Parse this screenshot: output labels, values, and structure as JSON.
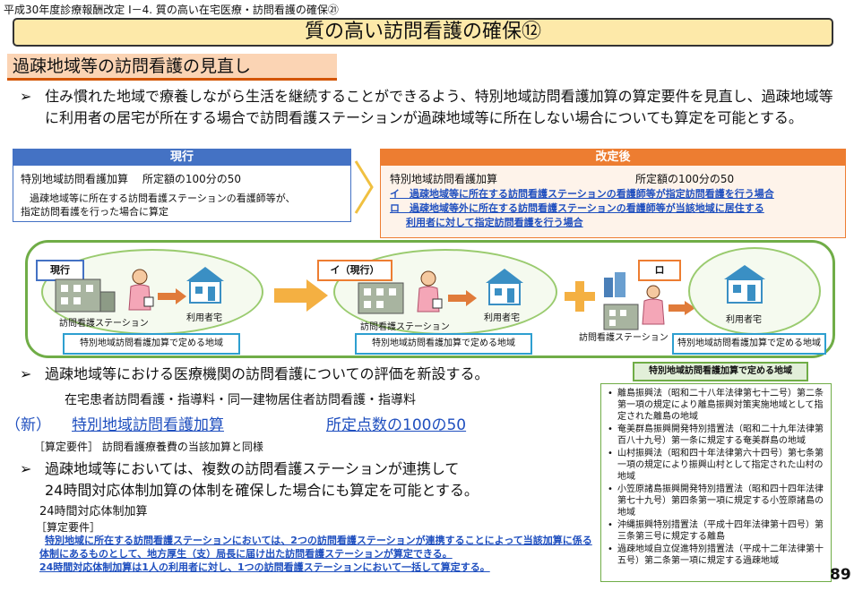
{
  "header": {
    "tag": "平成30年度診療報酬改定 Ⅰ－4. 質の高い在宅医療・訪問看護の確保㉑"
  },
  "title": "質の高い訪問看護の確保⑫",
  "section": "過疎地域等の訪問看護の見直し",
  "bullet1": "住み慣れた地域で療養しながら生活を継続することができるよう、特別地域訪問看護加算の算定要件を見直し、過疎地域等に利用者の居宅が所在する場合で訪問看護ステーションが過疎地域等に所在しない場合についても算定を可能とする。",
  "current": {
    "head": "現行",
    "line1": "特別地域訪問看護加算　 所定額の100分の50",
    "line2": "過疎地域等に所在する訪問看護ステーションの看護師等が、",
    "line3": "指定訪問看護を行った場合に算定"
  },
  "revised": {
    "head": "改定後",
    "line1a": "特別地域訪問看護加算",
    "line1b": "所定額の100分の50",
    "line2": "イ　過疎地域等に所在する訪問看護ステーションの看護師等が指定訪問看護を行う場合",
    "line3": "ロ　過疎地域等外に所在する訪問看護ステーションの看護師等が当該地域に居住する",
    "line4": "利用者に対して指定訪問看護を行う場合"
  },
  "diagram": {
    "panel1_label": "現行",
    "panel2_label": "イ（現行）",
    "panel3_label": "ロ",
    "station": "訪問看護ステーション",
    "home": "利用者宅",
    "region": "特別地域訪問看護加算で定める地域"
  },
  "bullet2": "過疎地域等における医療機関の訪問看護についての評価を新設する。",
  "fee_items": "在宅患者訪問看護・指導料・同一建物居住者訪問看護・指導料",
  "new_tag": "（新）",
  "new_name": "特別地域訪問看護加算",
  "new_amount": "所定点数の100の50",
  "req1": "［算定要件］ 訪問看護療養費の当該加算と同様",
  "bullet3a": "過疎地域等においては、複数の訪問看護ステーションが連携して",
  "bullet3b": "24時間対応体制加算の体制を確保した場合にも算定を可能とする。",
  "fee24": "24時間対応体制加算",
  "req2_head": "［算定要件］",
  "req2_l1": "特別地域に所在する訪問看護ステーションにおいては、2つの訪問看護ステーションが連携することによって当該加算に係る体制にあるものとして、地方厚生（支）局長に届け出た訪問看護ステーションが算定できる。",
  "req2_l3": "24時間対応体制加算は1人の利用者に対し、1つの訪問看護ステーションにおいて一括して算定する。",
  "laws_head": "特別地域訪問看護加算で定める地域",
  "laws": [
    "離島振興法（昭和二十八年法律第七十二号）第二条第一項の規定により離島振興対策実施地域として指定された離島の地域",
    "奄美群島振興開発特別措置法（昭和二十九年法律第百八十九号）第一条に規定する奄美群島の地域",
    "山村振興法（昭和四十年法律第六十四号）第七条第一項の規定により振興山村として指定された山村の地域",
    "小笠原諸島振興開発特別措置法（昭和四十四年法律第七十九号）第四条第一項に規定する小笠原諸島の地域",
    "沖縄振興特別措置法（平成十四年法律第十四号）第三条第三号に規定する離島",
    "過疎地域自立促進特別措置法（平成十二年法律第十五号）第二条第一項に規定する過疎地域"
  ],
  "page_number": "89",
  "colors": {
    "blue": "#4472c4",
    "orange": "#ed7d31",
    "green": "#70ad47",
    "title_bg": "#fde9a9"
  }
}
